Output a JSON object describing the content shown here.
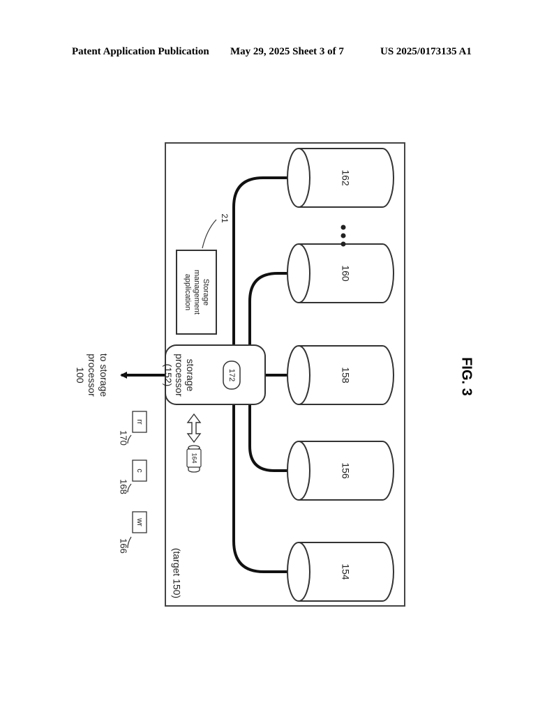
{
  "header": {
    "publication": "Patent Application Publication",
    "date_sheet": "May 29, 2025  Sheet 3 of 7",
    "number": "US 2025/0173135 A1"
  },
  "figure": {
    "caption": "FIG. 3",
    "target_label": "(target 150)",
    "external_label": [
      "to storage",
      "processor",
      "100"
    ],
    "storage_processor": {
      "lines": [
        "storage",
        "processor",
        "(152)"
      ],
      "badge": "172"
    },
    "app": {
      "lines": [
        "Storage",
        "management",
        "application"
      ],
      "ref": "21"
    },
    "cache_label": "164",
    "legend": [
      {
        "ref": "166",
        "text": "wr"
      },
      {
        "ref": "168",
        "text": "c"
      },
      {
        "ref": "170",
        "text": "rr"
      }
    ],
    "drives": [
      "154",
      "156",
      "158",
      "160",
      "162"
    ]
  }
}
